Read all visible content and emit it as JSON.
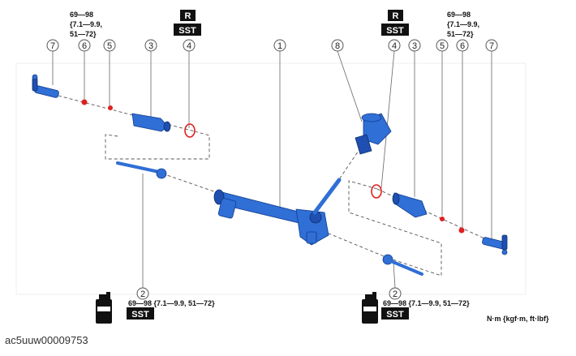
{
  "callouts": {
    "c1": "1",
    "c2a": "2",
    "c2b": "2",
    "c3a": "3",
    "c3b": "3",
    "c4a": "4",
    "c4b": "4",
    "c5a": "5",
    "c5b": "5",
    "c6a": "6",
    "c6b": "6",
    "c7a": "7",
    "c7b": "7",
    "c8": "8"
  },
  "torque_left_top": {
    "line1": "69—98",
    "line2": "{7.1—9.9,",
    "line3": "51—72}"
  },
  "torque_right_top": {
    "line1": "69—98",
    "line2": "{7.1—9.9,",
    "line3": "51—72}"
  },
  "torque_bottom_left": "69—98 {7.1—9.9, 51—72}",
  "torque_bottom_right": "69—98 {7.1—9.9, 51—72}",
  "badges": {
    "r": "R",
    "sst": "SST"
  },
  "units": "N·m {kgf·m, ft·lbf}",
  "footer_code": "ac5uuw00009753",
  "colors": {
    "part_blue": "#2f6fd6",
    "seal_red": "#e02020"
  }
}
